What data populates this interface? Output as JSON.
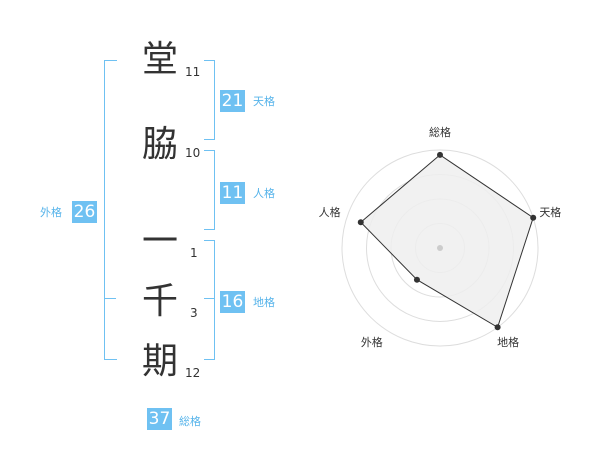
{
  "name": {
    "chars": [
      {
        "char": "堂",
        "strokes": "11"
      },
      {
        "char": "脇",
        "strokes": "10"
      },
      {
        "char": "一",
        "strokes": "1"
      },
      {
        "char": "千",
        "strokes": "3"
      },
      {
        "char": "期",
        "strokes": "12"
      }
    ]
  },
  "fortune": {
    "tenkaku": {
      "value": "21",
      "label": "天格"
    },
    "jinkaku": {
      "value": "11",
      "label": "人格"
    },
    "chikaku": {
      "value": "16",
      "label": "地格"
    },
    "gaikaku": {
      "value": "26",
      "label": "外格"
    },
    "soukaku": {
      "value": "37",
      "label": "総格"
    }
  },
  "chart_data": {
    "type": "radar",
    "axes": [
      "総格",
      "天格",
      "地格",
      "外格",
      "人格"
    ],
    "rings": 4,
    "values": [
      0.95,
      1.0,
      1.0,
      0.4,
      0.85
    ],
    "colors": {
      "fill": "#eeeeee",
      "stroke": "#333333",
      "ring": "#dddddd",
      "point": "#333333",
      "center": "#cccccc"
    }
  }
}
